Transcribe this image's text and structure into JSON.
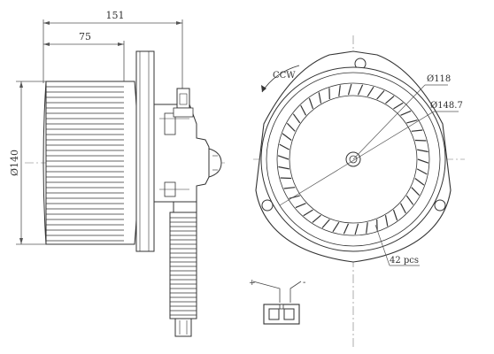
{
  "side_view": {
    "dim_overall": "151",
    "dim_wheel_depth": "75",
    "dim_wheel_diameter": "Ø140"
  },
  "front_view": {
    "rotation": "CCW",
    "dim_inner_diameter": "Ø118",
    "dim_outer_diameter": "Ø148.7",
    "blade_count": "42 pcs",
    "blade_count_value": 42
  },
  "connector": {
    "plus_label": "+",
    "minus_label": "-"
  }
}
